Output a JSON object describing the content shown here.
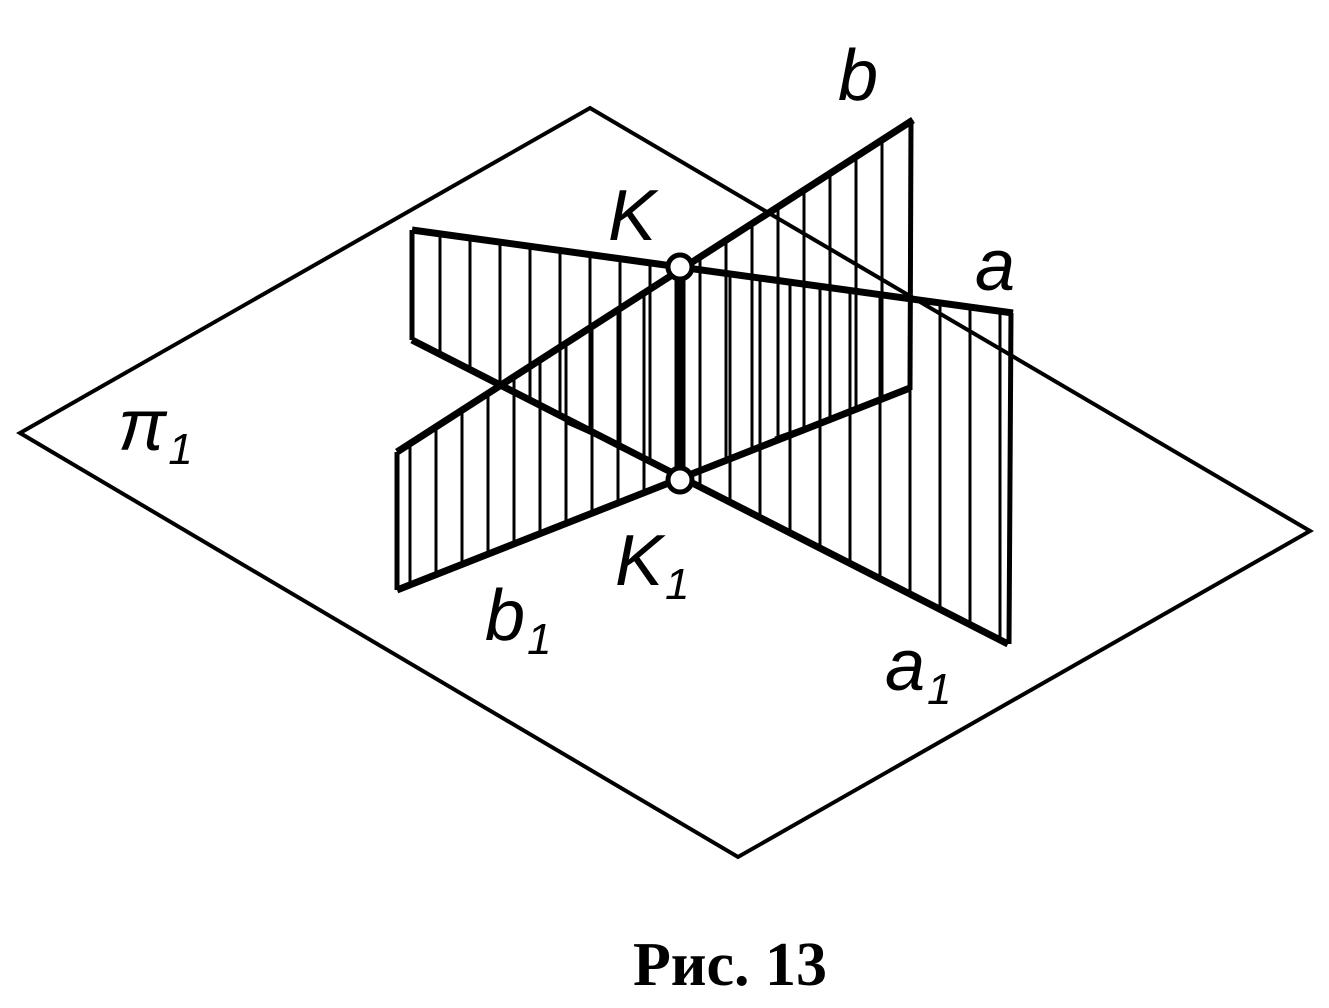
{
  "figure": {
    "labels": {
      "plane": {
        "main": "π",
        "sub": "1"
      },
      "line_b": {
        "main": "b"
      },
      "line_a": {
        "main": "a"
      },
      "point_K": {
        "main": "K"
      },
      "point_K1": {
        "main": "K",
        "sub": "1"
      },
      "line_b1": {
        "main": "b",
        "sub": "1"
      },
      "line_a1": {
        "main": "a",
        "sub": "1"
      }
    },
    "caption": "Рис. 13",
    "colors": {
      "ink": "#000000",
      "paper": "#ffffff"
    }
  }
}
